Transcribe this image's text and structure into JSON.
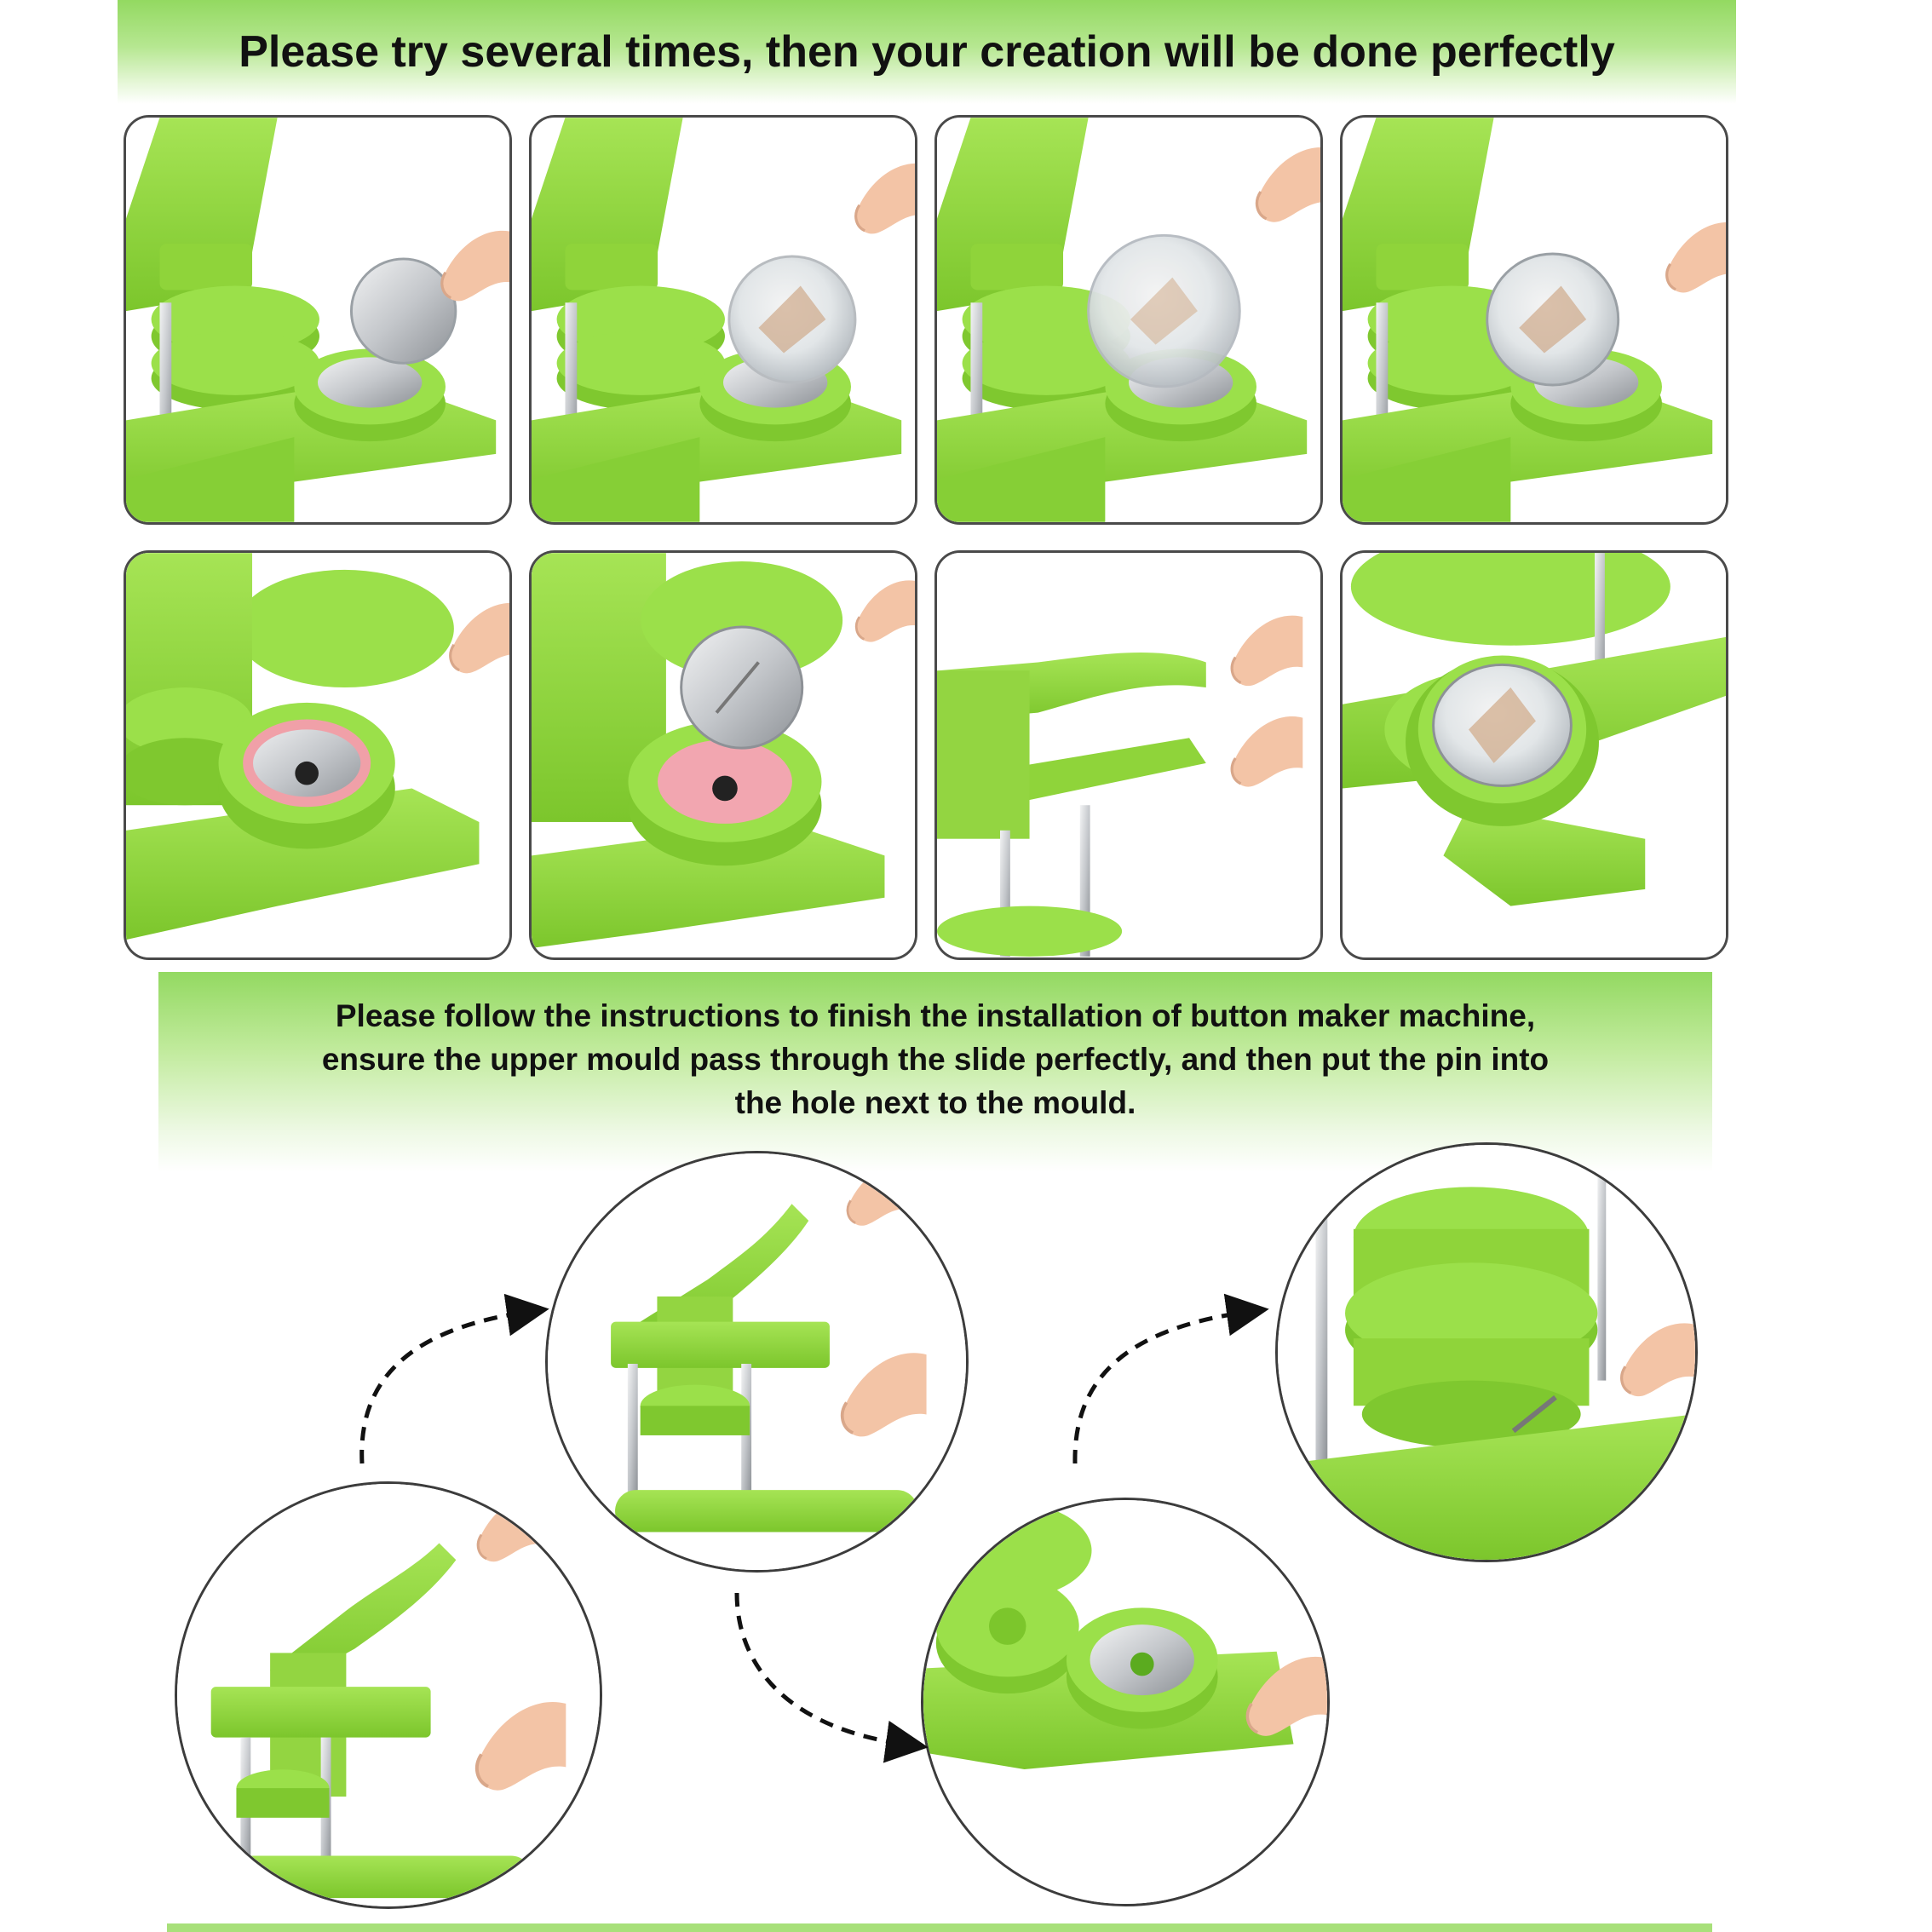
{
  "header": {
    "title": "Please try several times, then your creation will be done perfectly"
  },
  "instructions": {
    "lines": [
      "Please follow the instructions to finish the installation of button maker machine,",
      "ensure the upper mould pass through the slide perfectly, and then put the pin into",
      "the hole next to the mould."
    ]
  },
  "colors": {
    "machine_green": "#8fd43a",
    "banner_green": "#93d961",
    "border": "#4a4a4a",
    "metal": "#c9ccd0",
    "skin": "#f3c4a6"
  },
  "steps": [
    {
      "icon": "shell-into-mould-photo"
    },
    {
      "icon": "image-onto-shell-photo"
    },
    {
      "icon": "film-onto-image-photo"
    },
    {
      "icon": "slide-mould-photo"
    },
    {
      "icon": "ring-into-mould-photo"
    },
    {
      "icon": "pin-back-onto-mould-photo"
    },
    {
      "icon": "press-handle-photo"
    },
    {
      "icon": "finished-button-photo"
    }
  ],
  "install_steps": [
    {
      "icon": "install-handle-photo"
    },
    {
      "icon": "insert-mould-photo"
    },
    {
      "icon": "slide-base-photo"
    },
    {
      "icon": "insert-pin-photo"
    }
  ]
}
